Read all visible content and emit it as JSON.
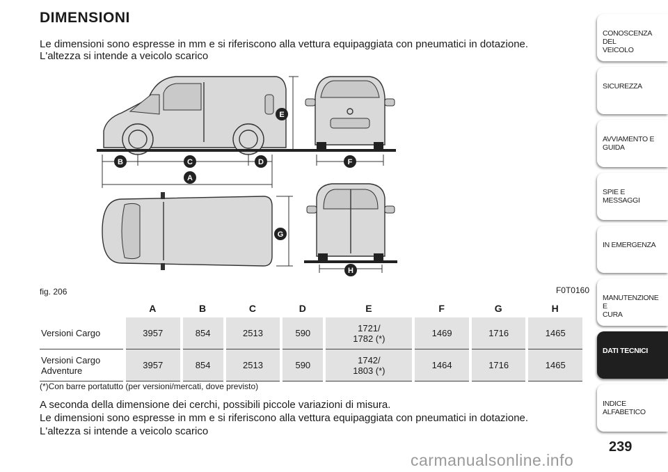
{
  "page": {
    "title": "DIMENSIONI",
    "intro_line1": "Le dimensioni sono espresse in mm e si riferiscono alla vettura equipaggiata con pneumatici in dotazione.",
    "intro_line2": "L'altezza si intende a veicolo scarico",
    "fig_label": "fig. 206",
    "fig_code": "F0T0160",
    "footnote": "(*)Con barre portatutto (per versioni/mercati, dove previsto)",
    "note1": "A seconda della dimensione dei cerchi, possibili piccole variazioni di misura.",
    "note2": "Le dimensioni sono espresse in mm e si riferiscono alla vettura equipaggiata con pneumatici in dotazione.",
    "note3": "L'altezza si intende a veicolo scarico",
    "page_number": "239",
    "watermark": "carmanualsonline.info"
  },
  "figure": {
    "markers": [
      "A",
      "B",
      "C",
      "D",
      "E",
      "F",
      "G",
      "H"
    ]
  },
  "table": {
    "columns": [
      "A",
      "B",
      "C",
      "D",
      "E",
      "F",
      "G",
      "H"
    ],
    "rows": [
      {
        "label": "Versioni Cargo",
        "label2": "",
        "values": [
          "3957",
          "854",
          "2513",
          "590",
          "1721/",
          "1469",
          "1716",
          "1465"
        ],
        "e_second": "1782 (*)"
      },
      {
        "label": "Versioni Cargo",
        "label2": "Adventure",
        "values": [
          "3957",
          "854",
          "2513",
          "590",
          "1742/",
          "1464",
          "1716",
          "1465"
        ],
        "e_second": "1803 (*)"
      }
    ]
  },
  "sidebar": {
    "items": [
      {
        "line1": "CONOSCENZA DEL",
        "line2": "VEICOLO"
      },
      {
        "line1": "SICUREZZA",
        "line2": ""
      },
      {
        "line1": "AVVIAMENTO E",
        "line2": "GUIDA"
      },
      {
        "line1": "SPIE E MESSAGGI",
        "line2": ""
      },
      {
        "line1": "IN EMERGENZA",
        "line2": ""
      },
      {
        "line1": "MANUTENZIONE E",
        "line2": "CURA"
      },
      {
        "line1": "DATI TECNICI",
        "line2": ""
      },
      {
        "line1": "INDICE ALFABETICO",
        "line2": ""
      }
    ],
    "active_index": 6,
    "active_color": "#1f1f1f"
  }
}
